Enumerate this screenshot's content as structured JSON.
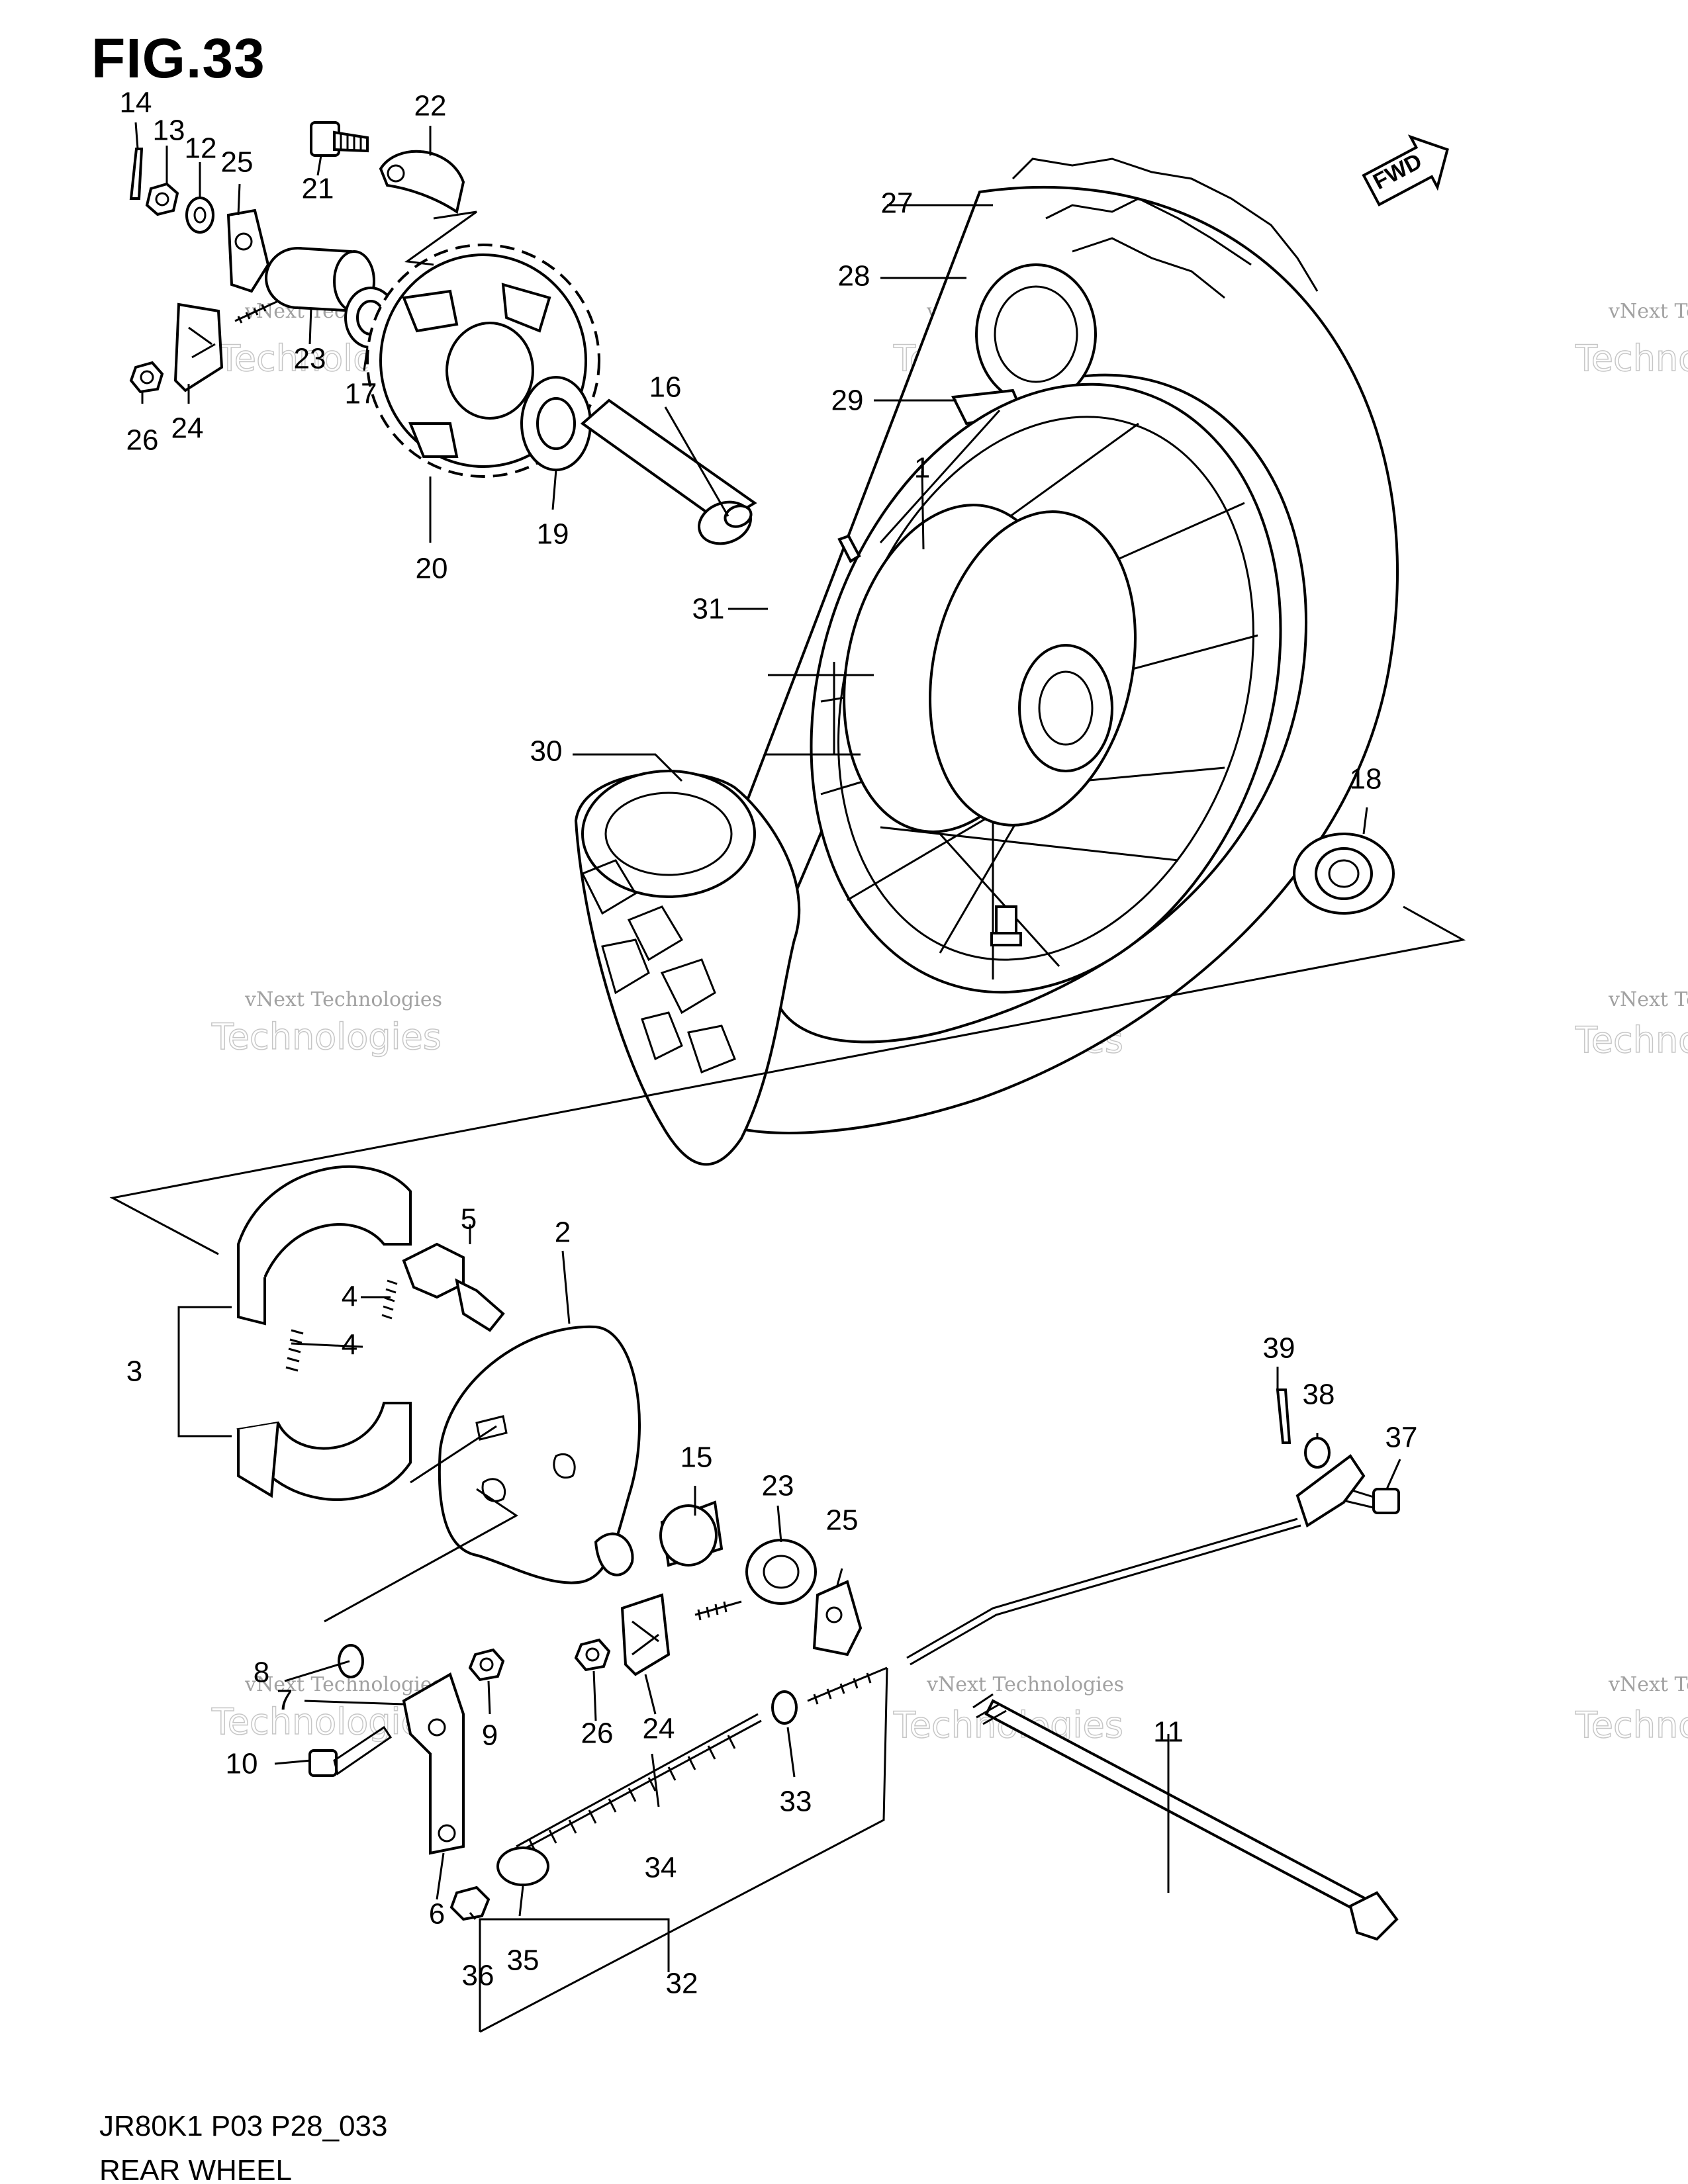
{
  "figure": {
    "title": "FIG.33"
  },
  "footer": {
    "model_code": "JR80K1 P03 P28_033",
    "diagram_name": "REAR WHEEL"
  },
  "fwd_badge": {
    "label": "FWD"
  },
  "watermark": {
    "line1": "vNext Technologies",
    "line2": "Technologies"
  },
  "callouts": [
    {
      "id": "c14",
      "label": "14"
    },
    {
      "id": "c13",
      "label": "13"
    },
    {
      "id": "c12",
      "label": "12"
    },
    {
      "id": "c25a",
      "label": "25"
    },
    {
      "id": "c21",
      "label": "21"
    },
    {
      "id": "c22",
      "label": "22"
    },
    {
      "id": "c23a",
      "label": "23"
    },
    {
      "id": "c17",
      "label": "17"
    },
    {
      "id": "c26a",
      "label": "26"
    },
    {
      "id": "c24a",
      "label": "24"
    },
    {
      "id": "c20",
      "label": "20"
    },
    {
      "id": "c19",
      "label": "19"
    },
    {
      "id": "c16",
      "label": "16"
    },
    {
      "id": "c27",
      "label": "27"
    },
    {
      "id": "c28",
      "label": "28"
    },
    {
      "id": "c29",
      "label": "29"
    },
    {
      "id": "c1",
      "label": "1"
    },
    {
      "id": "c31",
      "label": "31"
    },
    {
      "id": "c30",
      "label": "30"
    },
    {
      "id": "c18",
      "label": "18"
    },
    {
      "id": "c5",
      "label": "5"
    },
    {
      "id": "c2",
      "label": "2"
    },
    {
      "id": "c4a",
      "label": "4"
    },
    {
      "id": "c4b",
      "label": "4"
    },
    {
      "id": "c3",
      "label": "3"
    },
    {
      "id": "c39",
      "label": "39"
    },
    {
      "id": "c38",
      "label": "38"
    },
    {
      "id": "c37",
      "label": "37"
    },
    {
      "id": "c15",
      "label": "15"
    },
    {
      "id": "c23b",
      "label": "23"
    },
    {
      "id": "c25b",
      "label": "25"
    },
    {
      "id": "c8",
      "label": "8"
    },
    {
      "id": "c7",
      "label": "7"
    },
    {
      "id": "c9",
      "label": "9"
    },
    {
      "id": "c26b",
      "label": "26"
    },
    {
      "id": "c24b",
      "label": "24"
    },
    {
      "id": "c10",
      "label": "10"
    },
    {
      "id": "c33",
      "label": "33"
    },
    {
      "id": "c11",
      "label": "11"
    },
    {
      "id": "c34",
      "label": "34"
    },
    {
      "id": "c6",
      "label": "6"
    },
    {
      "id": "c36",
      "label": "36"
    },
    {
      "id": "c35",
      "label": "35"
    },
    {
      "id": "c32",
      "label": "32"
    }
  ]
}
